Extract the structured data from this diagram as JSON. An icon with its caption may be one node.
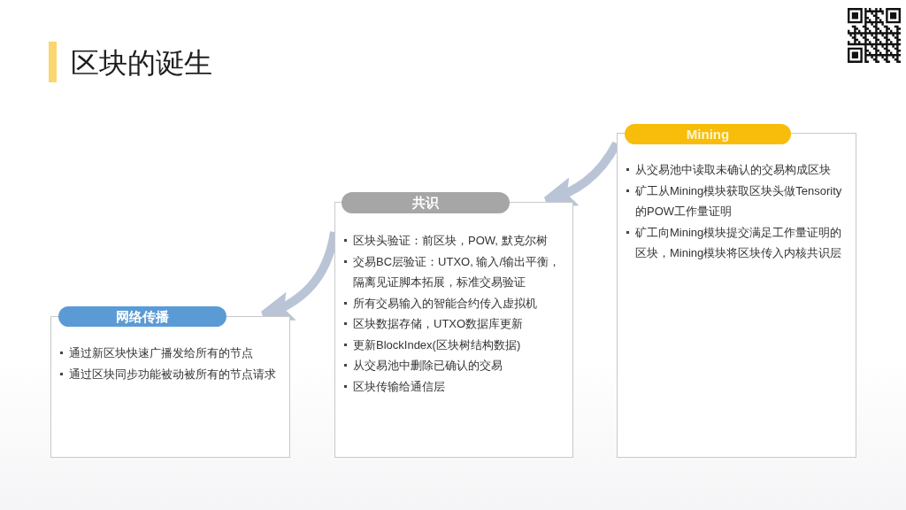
{
  "diagram": {
    "title": "区块的诞生",
    "nodes": [
      {
        "text": [
          "Mining",
          "从交易池中读取未确认的交易构成区块",
          "矿工从Mining模块获取区块头做Tensority的POW工作量证明",
          "矿工向Mining模块提交满足工作量证明的区块，Mining模块将区块传入内核共识层"
        ]
      },
      {
        "text": [
          "共识",
          "区块头验证：前区块，POW, 默克尔树",
          "交易BC层验证：UTXO, 输入/输出平衡，隔离见证脚本拓展，标准交易验证",
          "所有交易输入的智能合约传入虚拟机",
          "区块数据存储，UTXO数据库更新",
          "更新BlockIndex(区块树结构数据)",
          "从交易池中删除已确认的交易",
          "区块传输给通信层"
        ]
      },
      {
        "text": [
          "网络传播",
          "通过新区块快速广播发给所有的节点",
          "通过区块同步功能被动被所有的节点请求"
        ]
      }
    ],
    "edges": [
      {
        "from": 0,
        "to": 1,
        "arrow": "to"
      },
      {
        "from": 1,
        "to": 2,
        "arrow": "to"
      }
    ]
  }
}
